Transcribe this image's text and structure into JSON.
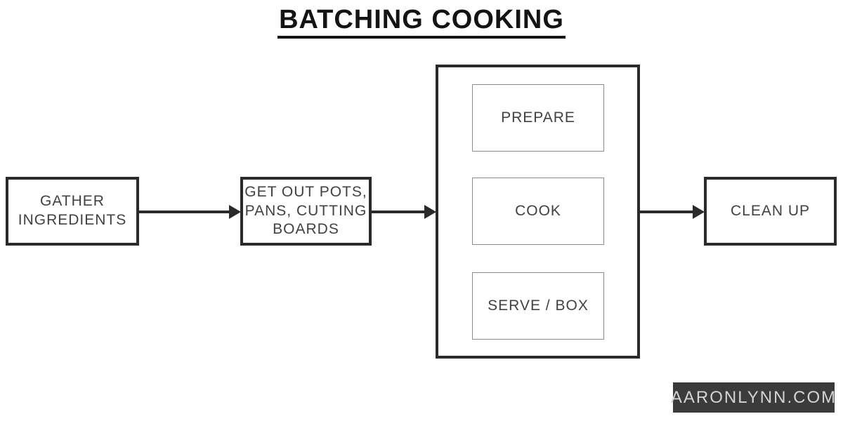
{
  "title": "BATCHING COOKING",
  "nodes": {
    "gather": "GATHER\nINGREDIENTS",
    "getout": "GET OUT POTS,\nPANS, CUTTING\nBOARDS",
    "prepare": "PREPARE",
    "cook": "COOK",
    "serve": "SERVE / BOX",
    "cleanup": "CLEAN UP"
  },
  "watermark": "AARONLYNN.COM",
  "colors": {
    "background": "#ffffff",
    "title_text": "#141414",
    "node_border_thick": "#2a2a2a",
    "node_border_thin": "#8c8c8c",
    "node_text": "#414141",
    "arrow": "#2a2a2a",
    "watermark_bg": "#3b3b3b",
    "watermark_text": "#d4d4d4"
  }
}
